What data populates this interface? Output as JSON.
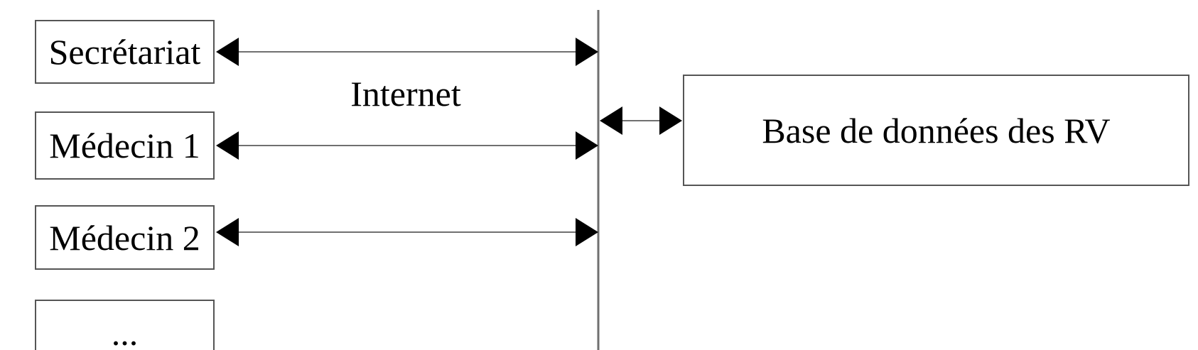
{
  "diagram": {
    "nodes": [
      {
        "id": "secretariat",
        "label": "Secrétariat"
      },
      {
        "id": "medecin-1",
        "label": "Médecin 1"
      },
      {
        "id": "medecin-2",
        "label": "Médecin 2"
      },
      {
        "id": "ellipsis",
        "label": "..."
      },
      {
        "id": "database",
        "label": "Base de données des RV"
      }
    ],
    "zone_label": "Internet",
    "edges": [
      {
        "from": "secretariat",
        "to": "boundary-line",
        "type": "double-arrow"
      },
      {
        "from": "medecin-1",
        "to": "boundary-line",
        "type": "double-arrow"
      },
      {
        "from": "medecin-2",
        "to": "boundary-line",
        "type": "double-arrow"
      },
      {
        "from": "boundary-line",
        "to": "database",
        "type": "double-arrow"
      }
    ],
    "colors": {
      "background": "#ffffff",
      "border": "#555555",
      "connector_line": "#707070",
      "arrowhead": "#000000",
      "text": "#000000"
    }
  }
}
